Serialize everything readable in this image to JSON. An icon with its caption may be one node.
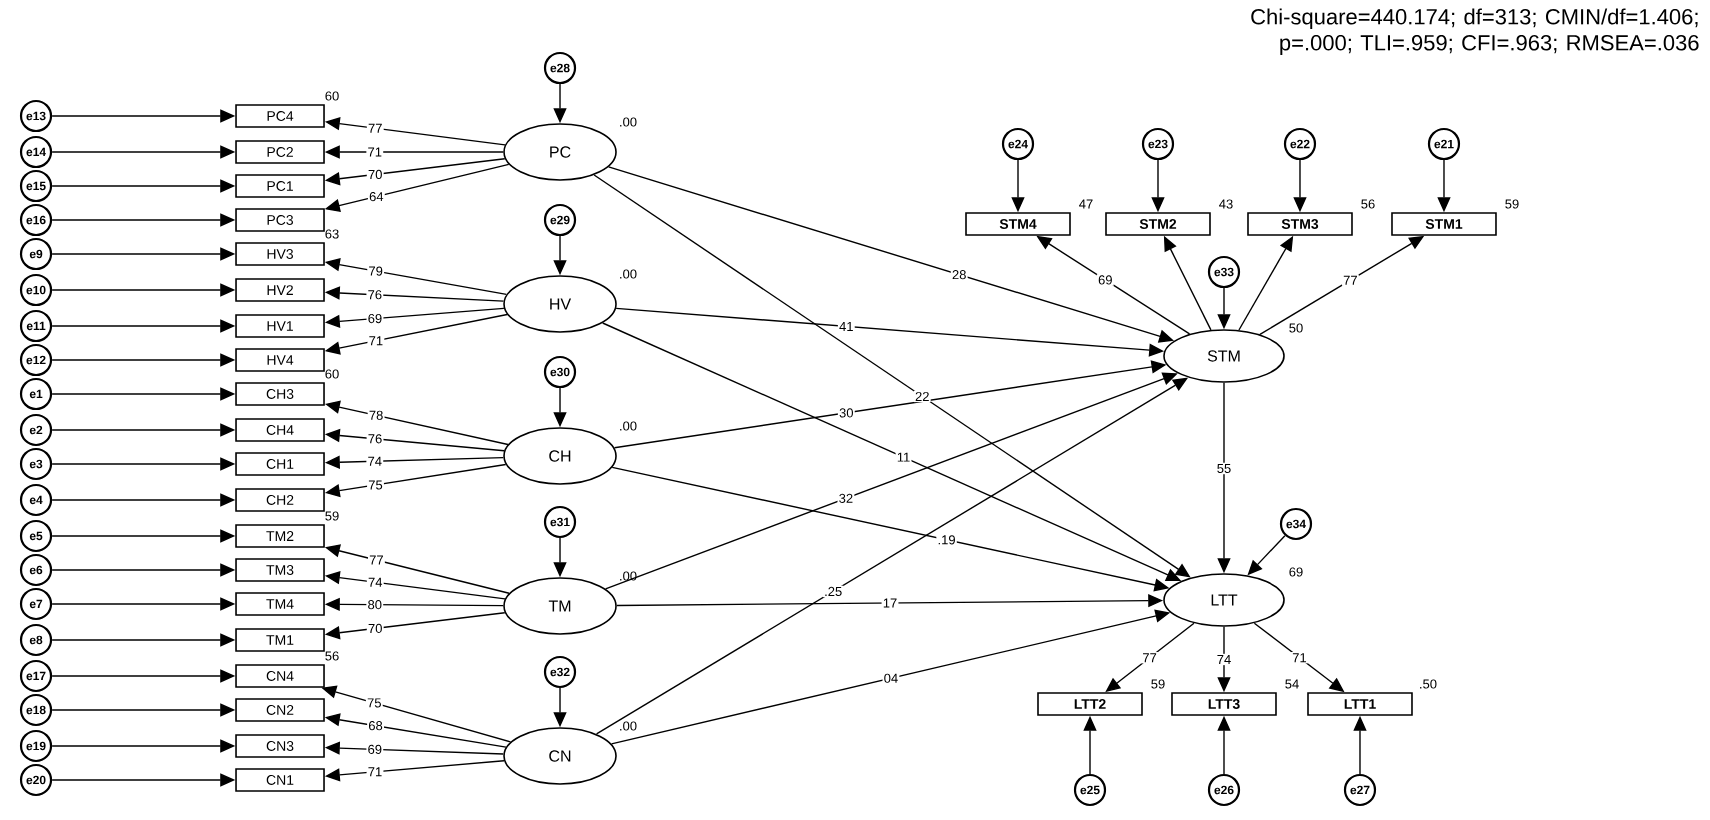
{
  "diagram": {
    "title": "Chi-square=440.174; df=313; CMIN/df=1.406; p=.000; TLI=.959; CFI=.963; RMSEA=.036",
    "nodes": [
      {
        "text": [
          "e13"
        ]
      },
      {
        "text": [
          "e14"
        ]
      },
      {
        "text": [
          "e15"
        ]
      },
      {
        "text": [
          "e16"
        ]
      },
      {
        "text": [
          "e9"
        ]
      },
      {
        "text": [
          "e10"
        ]
      },
      {
        "text": [
          "e11"
        ]
      },
      {
        "text": [
          "e12"
        ]
      },
      {
        "text": [
          "e1"
        ]
      },
      {
        "text": [
          "e2"
        ]
      },
      {
        "text": [
          "e3"
        ]
      },
      {
        "text": [
          "e4"
        ]
      },
      {
        "text": [
          "e5"
        ]
      },
      {
        "text": [
          "e6"
        ]
      },
      {
        "text": [
          "e7"
        ]
      },
      {
        "text": [
          "e8"
        ]
      },
      {
        "text": [
          "e17"
        ]
      },
      {
        "text": [
          "e18"
        ]
      },
      {
        "text": [
          "e19"
        ]
      },
      {
        "text": [
          "e20"
        ]
      },
      {
        "text": [
          "PC4"
        ],
        "beside": [
          "60"
        ]
      },
      {
        "text": [
          "PC2"
        ]
      },
      {
        "text": [
          "PC1"
        ]
      },
      {
        "text": [
          "PC3"
        ]
      },
      {
        "text": [
          "HV3"
        ],
        "beside": [
          "63"
        ]
      },
      {
        "text": [
          "HV2"
        ]
      },
      {
        "text": [
          "HV1"
        ]
      },
      {
        "text": [
          "HV4"
        ]
      },
      {
        "text": [
          "CH3"
        ],
        "beside": [
          "60"
        ]
      },
      {
        "text": [
          "CH4"
        ]
      },
      {
        "text": [
          "CH1"
        ]
      },
      {
        "text": [
          "CH2"
        ]
      },
      {
        "text": [
          "TM2"
        ],
        "beside": [
          "59"
        ]
      },
      {
        "text": [
          "TM3"
        ]
      },
      {
        "text": [
          "TM4"
        ]
      },
      {
        "text": [
          "TM1"
        ]
      },
      {
        "text": [
          "CN4"
        ],
        "beside": [
          "56"
        ]
      },
      {
        "text": [
          "CN2"
        ]
      },
      {
        "text": [
          "CN3"
        ]
      },
      {
        "text": [
          "CN1"
        ]
      },
      {
        "text": [
          "e28"
        ]
      },
      {
        "text": [
          "e29"
        ]
      },
      {
        "text": [
          "e30"
        ]
      },
      {
        "text": [
          "e31"
        ]
      },
      {
        "text": [
          "e32"
        ]
      },
      {
        "text": [
          "PC"
        ],
        "beside": [
          ".00"
        ]
      },
      {
        "text": [
          "HV"
        ],
        "beside": [
          ".00"
        ]
      },
      {
        "text": [
          "CH"
        ],
        "beside": [
          ".00"
        ]
      },
      {
        "text": [
          "TM"
        ],
        "beside": [
          ".00"
        ]
      },
      {
        "text": [
          "CN"
        ],
        "beside": [
          ".00"
        ]
      },
      {
        "text": [
          "e24"
        ]
      },
      {
        "text": [
          "e23"
        ]
      },
      {
        "text": [
          "e22"
        ]
      },
      {
        "text": [
          "e21"
        ]
      },
      {
        "text": [
          "STM4"
        ],
        "beside": [
          "47"
        ]
      },
      {
        "text": [
          "STM2"
        ],
        "beside": [
          "43"
        ]
      },
      {
        "text": [
          "STM3"
        ],
        "beside": [
          "56"
        ]
      },
      {
        "text": [
          "STM1"
        ],
        "beside": [
          "59"
        ]
      },
      {
        "text": [
          "e33"
        ]
      },
      {
        "text": [
          "STM"
        ],
        "beside": [
          "50"
        ]
      },
      {
        "text": [
          "e34"
        ]
      },
      {
        "text": [
          "LTT"
        ],
        "beside": [
          "69"
        ]
      },
      {
        "text": [
          "LTT2"
        ],
        "beside": [
          "59"
        ]
      },
      {
        "text": [
          "LTT3"
        ],
        "beside": [
          "54"
        ]
      },
      {
        "text": [
          "LTT1"
        ],
        "beside": [
          ".50"
        ]
      },
      {
        "text": [
          "e25"
        ]
      },
      {
        "text": [
          "e26"
        ]
      },
      {
        "text": [
          "e27"
        ]
      }
    ],
    "edges": [
      {
        "from": 0,
        "to": 20,
        "arrow": "to"
      },
      {
        "from": 1,
        "to": 21,
        "arrow": "to"
      },
      {
        "from": 2,
        "to": 22,
        "arrow": "to"
      },
      {
        "from": 3,
        "to": 23,
        "arrow": "to"
      },
      {
        "from": 4,
        "to": 24,
        "arrow": "to"
      },
      {
        "from": 5,
        "to": 25,
        "arrow": "to"
      },
      {
        "from": 6,
        "to": 26,
        "arrow": "to"
      },
      {
        "from": 7,
        "to": 27,
        "arrow": "to"
      },
      {
        "from": 8,
        "to": 28,
        "arrow": "to"
      },
      {
        "from": 9,
        "to": 29,
        "arrow": "to"
      },
      {
        "from": 10,
        "to": 30,
        "arrow": "to"
      },
      {
        "from": 11,
        "to": 31,
        "arrow": "to"
      },
      {
        "from": 12,
        "to": 32,
        "arrow": "to"
      },
      {
        "from": 13,
        "to": 33,
        "arrow": "to"
      },
      {
        "from": 14,
        "to": 34,
        "arrow": "to"
      },
      {
        "from": 15,
        "to": 35,
        "arrow": "to"
      },
      {
        "from": 16,
        "to": 36,
        "arrow": "to"
      },
      {
        "from": 17,
        "to": 37,
        "arrow": "to"
      },
      {
        "from": 18,
        "to": 38,
        "arrow": "to"
      },
      {
        "from": 19,
        "to": 39,
        "arrow": "to"
      },
      {
        "from": 45,
        "to": 20,
        "arrow": "to",
        "label": "77"
      },
      {
        "from": 45,
        "to": 21,
        "arrow": "to",
        "label": "71"
      },
      {
        "from": 45,
        "to": 22,
        "arrow": "to",
        "label": "70"
      },
      {
        "from": 45,
        "to": 23,
        "arrow": "to",
        "label": "64"
      },
      {
        "from": 46,
        "to": 24,
        "arrow": "to",
        "label": "79"
      },
      {
        "from": 46,
        "to": 25,
        "arrow": "to",
        "label": "76"
      },
      {
        "from": 46,
        "to": 26,
        "arrow": "to",
        "label": "69"
      },
      {
        "from": 46,
        "to": 27,
        "arrow": "to",
        "label": "71"
      },
      {
        "from": 47,
        "to": 28,
        "arrow": "to",
        "label": "78"
      },
      {
        "from": 47,
        "to": 29,
        "arrow": "to",
        "label": "76"
      },
      {
        "from": 47,
        "to": 30,
        "arrow": "to",
        "label": "74"
      },
      {
        "from": 47,
        "to": 31,
        "arrow": "to",
        "label": "75"
      },
      {
        "from": 48,
        "to": 32,
        "arrow": "to",
        "label": "77"
      },
      {
        "from": 48,
        "to": 33,
        "arrow": "to",
        "label": "74"
      },
      {
        "from": 48,
        "to": 34,
        "arrow": "to",
        "label": "80"
      },
      {
        "from": 48,
        "to": 35,
        "arrow": "to",
        "label": "70"
      },
      {
        "from": 49,
        "to": 36,
        "arrow": "to",
        "label": "75"
      },
      {
        "from": 49,
        "to": 37,
        "arrow": "to",
        "label": "68"
      },
      {
        "from": 49,
        "to": 38,
        "arrow": "to",
        "label": "69"
      },
      {
        "from": 49,
        "to": 39,
        "arrow": "to",
        "label": "71"
      },
      {
        "from": 40,
        "to": 45,
        "arrow": "to"
      },
      {
        "from": 41,
        "to": 46,
        "arrow": "to"
      },
      {
        "from": 42,
        "to": 47,
        "arrow": "to"
      },
      {
        "from": 43,
        "to": 48,
        "arrow": "to"
      },
      {
        "from": 44,
        "to": 49,
        "arrow": "to"
      },
      {
        "from": 50,
        "to": 54,
        "arrow": "to"
      },
      {
        "from": 51,
        "to": 55,
        "arrow": "to"
      },
      {
        "from": 52,
        "to": 56,
        "arrow": "to"
      },
      {
        "from": 53,
        "to": 57,
        "arrow": "to"
      },
      {
        "from": 59,
        "to": 54,
        "arrow": "to",
        "label": "69"
      },
      {
        "from": 59,
        "to": 55,
        "arrow": "to"
      },
      {
        "from": 59,
        "to": 56,
        "arrow": "to"
      },
      {
        "from": 59,
        "to": 57,
        "arrow": "to",
        "label": "77"
      },
      {
        "from": 58,
        "to": 59,
        "arrow": "to"
      },
      {
        "from": 45,
        "to": 59,
        "arrow": "to",
        "label": "28"
      },
      {
        "from": 46,
        "to": 59,
        "arrow": "to",
        "label": "41"
      },
      {
        "from": 47,
        "to": 59,
        "arrow": "to",
        "label": "30"
      },
      {
        "from": 48,
        "to": 59,
        "arrow": "to",
        "label": "32"
      },
      {
        "from": 49,
        "to": 59,
        "arrow": "to",
        "label": ".25"
      },
      {
        "from": 45,
        "to": 61,
        "arrow": "to",
        "label": "22"
      },
      {
        "from": 46,
        "to": 61,
        "arrow": "to",
        "label": "11"
      },
      {
        "from": 47,
        "to": 61,
        "arrow": "to",
        "label": ".19"
      },
      {
        "from": 48,
        "to": 61,
        "arrow": "to",
        "label": "17"
      },
      {
        "from": 49,
        "to": 61,
        "arrow": "to",
        "label": "04"
      },
      {
        "from": 59,
        "to": 61,
        "arrow": "to",
        "label": "55"
      },
      {
        "from": 60,
        "to": 61,
        "arrow": "to"
      },
      {
        "from": 61,
        "to": 62,
        "arrow": "to",
        "label": "77"
      },
      {
        "from": 61,
        "to": 63,
        "arrow": "to",
        "label": "74"
      },
      {
        "from": 61,
        "to": 64,
        "arrow": "to",
        "label": "71"
      },
      {
        "from": 65,
        "to": 62,
        "arrow": "to"
      },
      {
        "from": 66,
        "to": 63,
        "arrow": "to"
      },
      {
        "from": 67,
        "to": 64,
        "arrow": "to"
      }
    ]
  }
}
